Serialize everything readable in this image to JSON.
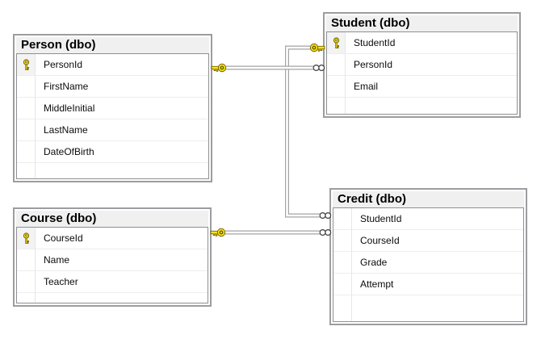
{
  "diagram": {
    "background": "#ffffff",
    "tables": [
      {
        "name": "person",
        "title": "Person (dbo)",
        "columns": [
          {
            "name": "PersonId",
            "primary_key": true
          },
          {
            "name": "FirstName",
            "primary_key": false
          },
          {
            "name": "MiddleInitial",
            "primary_key": false
          },
          {
            "name": "LastName",
            "primary_key": false
          },
          {
            "name": "DateOfBirth",
            "primary_key": false
          }
        ]
      },
      {
        "name": "student",
        "title": "Student (dbo)",
        "columns": [
          {
            "name": "StudentId",
            "primary_key": true
          },
          {
            "name": "PersonId",
            "primary_key": false
          },
          {
            "name": "Email",
            "primary_key": false
          }
        ]
      },
      {
        "name": "course",
        "title": "Course (dbo)",
        "columns": [
          {
            "name": "CourseId",
            "primary_key": true
          },
          {
            "name": "Name",
            "primary_key": false
          },
          {
            "name": "Teacher",
            "primary_key": false
          }
        ]
      },
      {
        "name": "credit",
        "title": "Credit (dbo)",
        "columns": [
          {
            "name": "StudentId",
            "primary_key": false
          },
          {
            "name": "CourseId",
            "primary_key": false
          },
          {
            "name": "Grade",
            "primary_key": false
          },
          {
            "name": "Attempt",
            "primary_key": false
          }
        ]
      }
    ],
    "relationships": [
      {
        "from_table": "Person",
        "from_column": "PersonId",
        "to_table": "Student",
        "to_column": "PersonId",
        "cardinality": "one-to-many",
        "one_end_icon": "key-icon",
        "many_end_icon": "infinity-icon"
      },
      {
        "from_table": "Student",
        "from_column": "StudentId",
        "to_table": "Credit",
        "to_column": "StudentId",
        "cardinality": "one-to-many",
        "one_end_icon": "key-icon",
        "many_end_icon": "infinity-icon"
      },
      {
        "from_table": "Course",
        "from_column": "CourseId",
        "to_table": "Credit",
        "to_column": "CourseId",
        "cardinality": "one-to-many",
        "one_end_icon": "key-icon",
        "many_end_icon": "infinity-icon"
      }
    ],
    "colors": {
      "table_border": "#9d9da1",
      "header_background": "#f0f0f0",
      "grid_border": "#8f8f93",
      "row_separator": "#ededed",
      "key_column_separator": "#e6e6e6",
      "connector_line": "#a3a3a3",
      "key_icon_yellow": "#ffe31a",
      "key_icon_outline": "#6e6400",
      "infinity_outline": "#3d3d3d",
      "text": "#000000"
    }
  }
}
